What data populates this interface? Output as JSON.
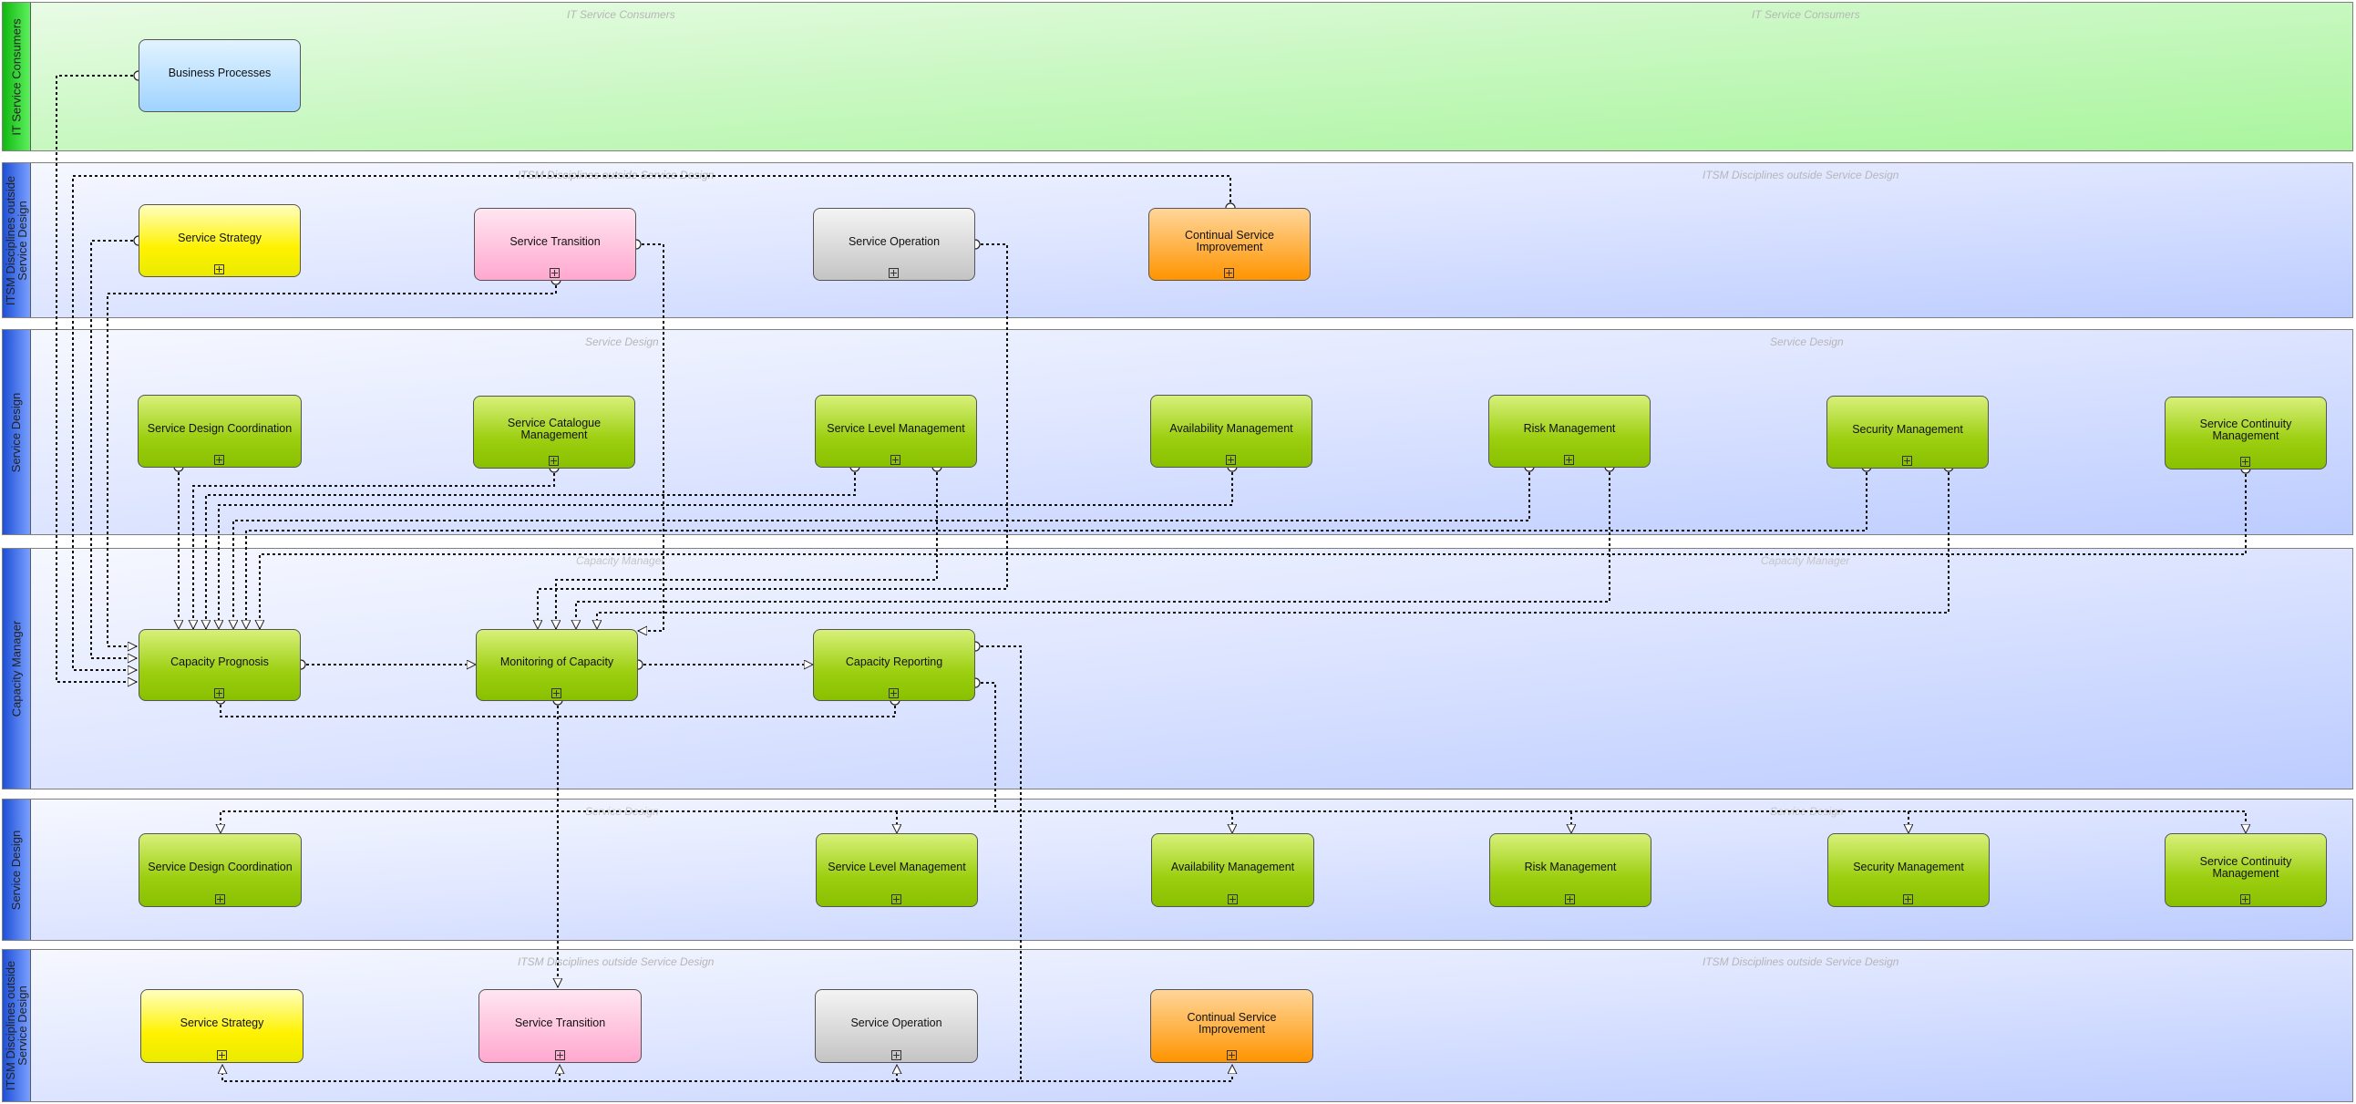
{
  "lanes": [
    {
      "id": "consumers",
      "title": "IT Service Consumers",
      "watermark": "IT Service Consumers",
      "color": "#2ecc2e"
    },
    {
      "id": "itsm-top",
      "title": "ITSM Disciplines outside\nService Design",
      "watermark": "ITSM Disciplines outside Service Design",
      "color": "#3466e8"
    },
    {
      "id": "sd-top",
      "title": "Service Design",
      "watermark": "Service Design",
      "color": "#3466e8"
    },
    {
      "id": "capacity",
      "title": "Capacity Manager",
      "watermark": "Capacity Manager",
      "color": "#3466e8"
    },
    {
      "id": "sd-bottom",
      "title": "Service Design",
      "watermark": "Service Design",
      "color": "#3466e8"
    },
    {
      "id": "itsm-bottom",
      "title": "ITSM Disciplines outside\nService Design",
      "watermark": "ITSM Disciplines outside Service Design",
      "color": "#3466e8"
    }
  ],
  "nodes": {
    "business_processes": "Business Processes",
    "service_strategy_top": "Service Strategy",
    "service_transition_top": "Service Transition",
    "service_operation_top": "Service Operation",
    "csi_top": "Continual Service Improvement",
    "sd_coordination_top": "Service Design Coordination",
    "catalogue_mgmt_top": "Service Catalogue Management",
    "service_level_top": "Service Level Management",
    "availability_top": "Availability Management",
    "risk_top": "Risk Management",
    "security_top": "Security Management",
    "continuity_top": "Service Continuity Management",
    "capacity_prognosis": "Capacity Prognosis",
    "monitoring_capacity": "Monitoring of Capacity",
    "capacity_reporting": "Capacity Reporting",
    "sd_coordination_bottom": "Service Design Coordination",
    "service_level_bottom": "Service Level Management",
    "availability_bottom": "Availability Management",
    "risk_bottom": "Risk Management",
    "security_bottom": "Security Management",
    "continuity_bottom": "Service Continuity Management",
    "service_strategy_bottom": "Service Strategy",
    "service_transition_bottom": "Service Transition",
    "service_operation_bottom": "Service Operation",
    "csi_bottom": "Continual Service Improvement"
  },
  "node_colors": {
    "business": "#b9e0ff",
    "strategy": "#ffff33",
    "transition": "#ffb6d6",
    "operation": "#d0d0d0",
    "improvement": "#ff9f1a",
    "service_design": "#9fd31a"
  }
}
